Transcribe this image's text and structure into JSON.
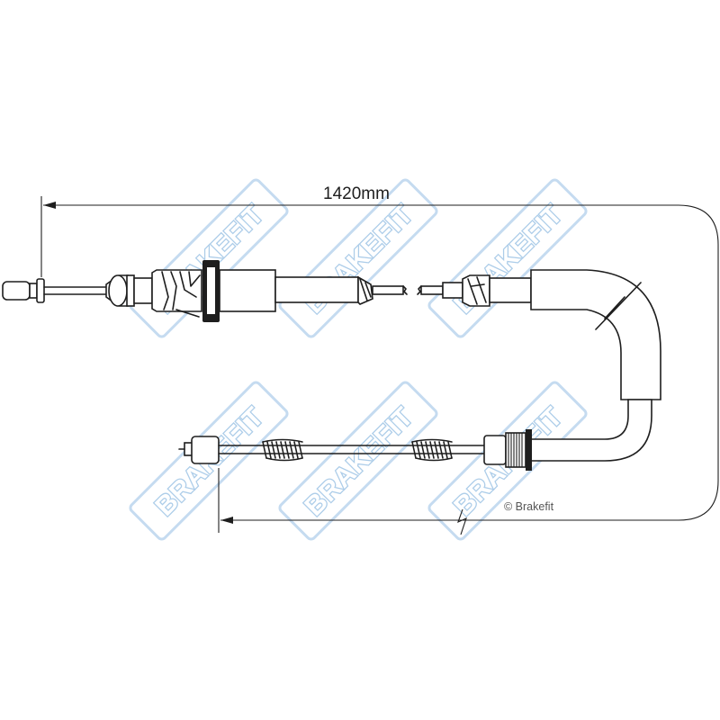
{
  "drawing": {
    "dimension_label": "1420mm",
    "copyright": "© Brakefit"
  },
  "watermark": {
    "text": "BRAKEFIT",
    "color": "#a9cbe8"
  },
  "colors": {
    "line": "#1e1e1e",
    "background": "#ffffff"
  }
}
